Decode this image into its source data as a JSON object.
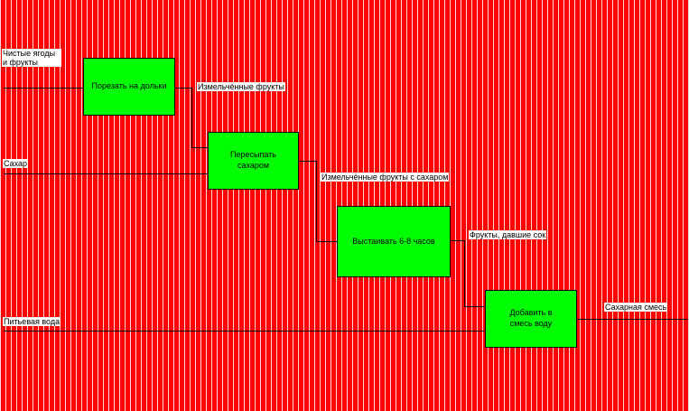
{
  "colors": {
    "background": "#ff0000",
    "stripe": "#ffffff",
    "box_fill": "#00ff00",
    "line": "#000000"
  },
  "inputs": {
    "berries": "Чистые ягоды и фрукты",
    "sugar": "Сахар",
    "water": "Питьевая вода"
  },
  "activities": {
    "cut": "Порезать на дольки",
    "sprinkle": "Пересыпать сахаром",
    "stand": "Выстаивать 6-8 часов",
    "add_water": "Добавить в смесь воду"
  },
  "flows": {
    "chopped": "Измельчённые фрукты",
    "chopped_sugared": "Измельчённые фрукты с сахаром",
    "juiced": "Фрукты, давшие сок",
    "output": "Сахарная смесь"
  }
}
